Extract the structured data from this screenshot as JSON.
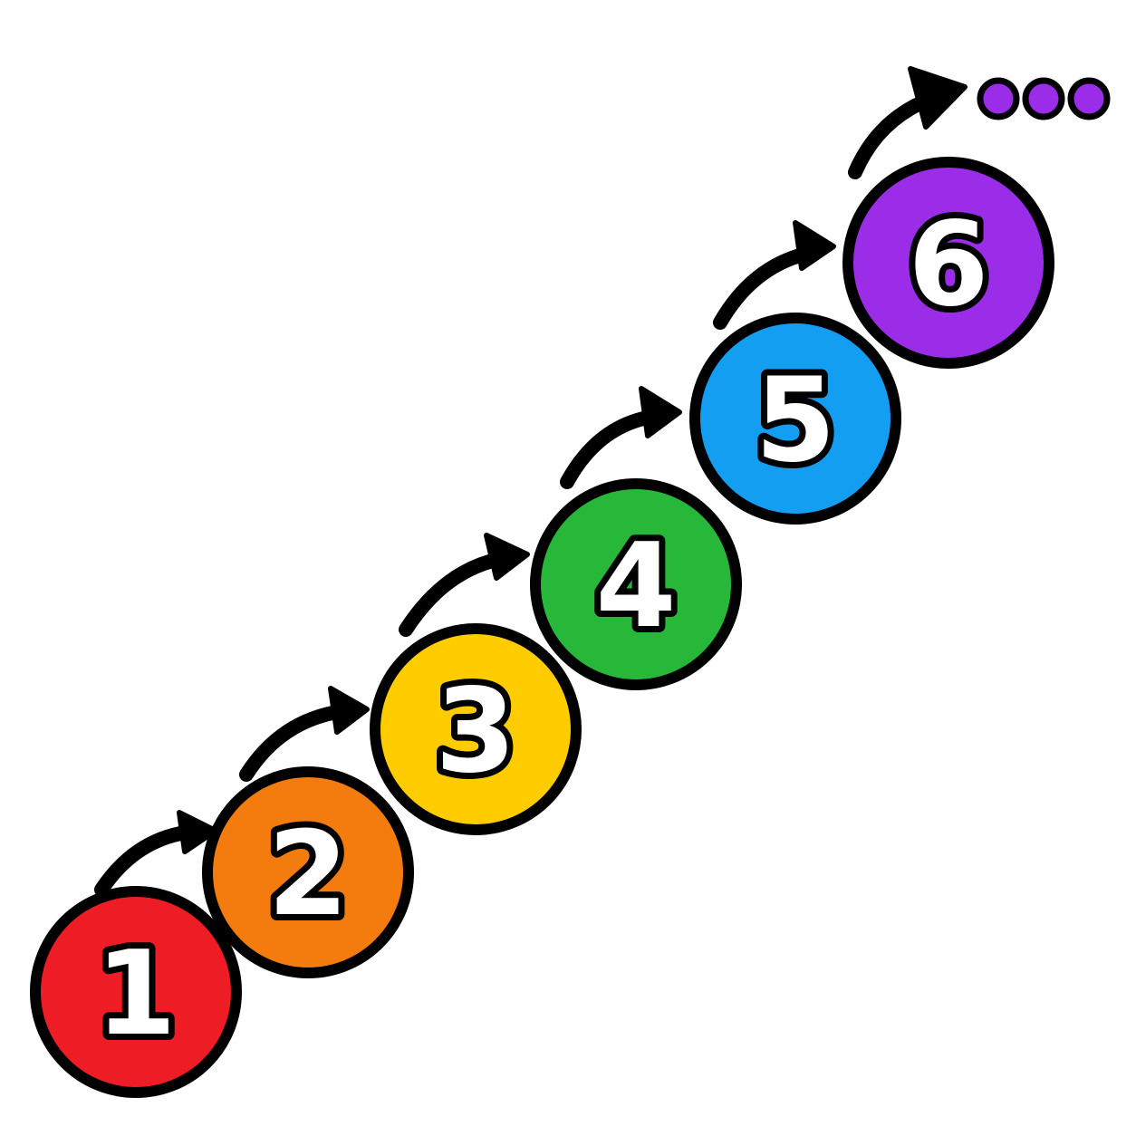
{
  "steps": [
    {
      "label": "1",
      "color": "#ee1c25"
    },
    {
      "label": "2",
      "color": "#f47c0e"
    },
    {
      "label": "3",
      "color": "#ffcc00"
    },
    {
      "label": "4",
      "color": "#27b83a"
    },
    {
      "label": "5",
      "color": "#139ef2"
    },
    {
      "label": "6",
      "color": "#9b2de8"
    }
  ],
  "continuation": {
    "dot_count": 3,
    "color": "#9b2de8"
  }
}
